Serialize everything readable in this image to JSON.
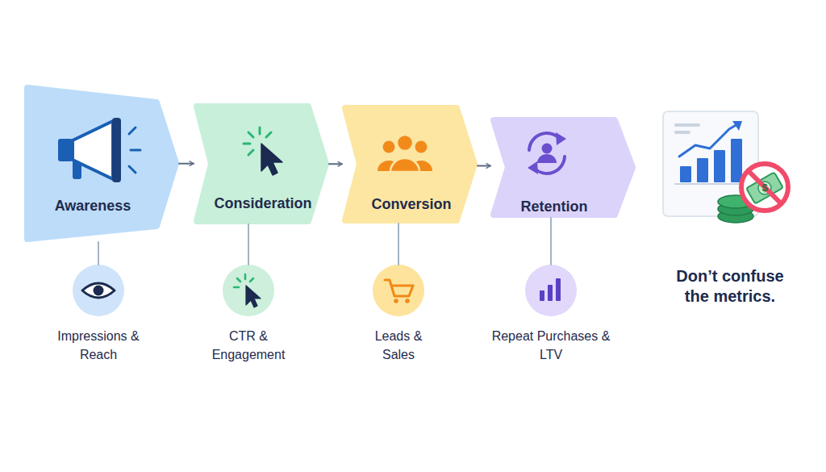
{
  "diagram": {
    "nodes": [
      {
        "text": [
          "Awareness"
        ]
      },
      {
        "text": [
          "Consideration"
        ]
      },
      {
        "text": [
          "Conversion"
        ]
      },
      {
        "text": [
          "Retention"
        ]
      },
      {
        "text": [
          "Impressions & Reach"
        ]
      },
      {
        "text": [
          "CTR & Engagement"
        ]
      },
      {
        "text": [
          "Leads & Sales"
        ]
      },
      {
        "text": [
          "Repeat Purchases & LTV"
        ]
      }
    ],
    "edges": [
      {
        "from": 0,
        "to": 1,
        "arrow": "to"
      },
      {
        "from": 1,
        "to": 2,
        "arrow": "to"
      },
      {
        "from": 2,
        "to": 3,
        "arrow": "to"
      },
      {
        "from": 0,
        "to": 4,
        "arrow": "none"
      },
      {
        "from": 1,
        "to": 5,
        "arrow": "none"
      },
      {
        "from": 2,
        "to": 6,
        "arrow": "none"
      },
      {
        "from": 3,
        "to": 7,
        "arrow": "none"
      }
    ],
    "labels": [
      "Don’t confuse the metrics.",
      "$"
    ]
  }
}
